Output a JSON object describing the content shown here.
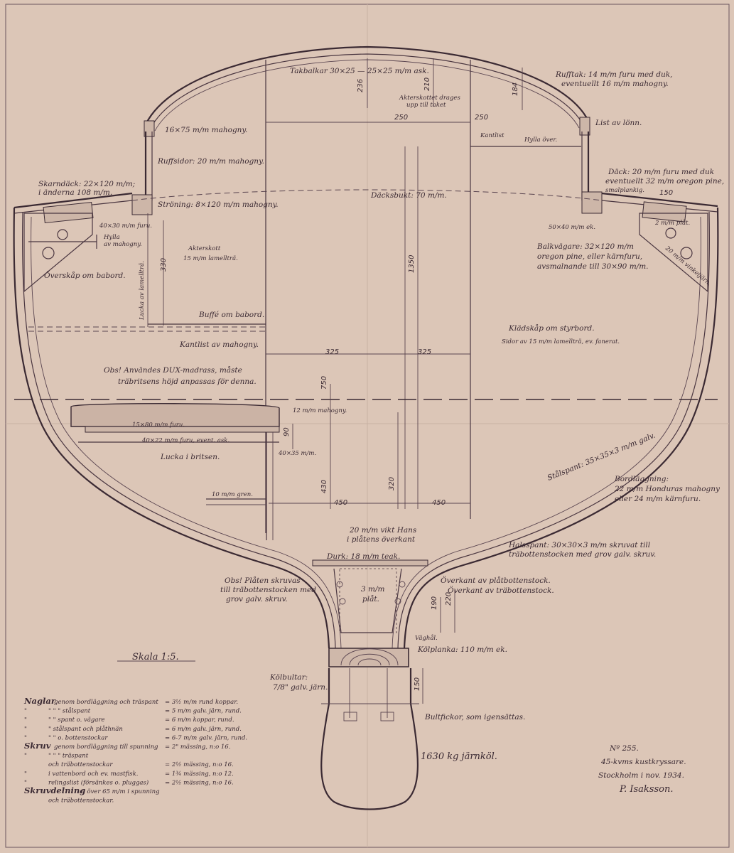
{
  "labels": {
    "takbalkar": "Takbalkar 30×25 — 25×25 m/m ask.",
    "ruff_tak": "Rufftak: 14 m/m furu med duk,",
    "ruff_tak2": "eventuellt 16 m/m mahogny.",
    "akterskottet": "Akterskottet drages",
    "akterskottet2": "upp till taket",
    "list_lonn": "List av lönn.",
    "mahogny_16x75": "16×75 m/m mahogny.",
    "kantlist": "Kantlist",
    "hylla_over": "Hylla över.",
    "ruffsidor": "Ruffsidor: 20 m/m mahogny.",
    "dack": "Däck: 20 m/m furu med duk",
    "dack2": "eventuellt 32 m/m oregon pine,",
    "dack3": "smalplankig.",
    "skarndack": "Skarndäck: 22×120 m/m;",
    "skarndack2": "i änderna 108 m/m.",
    "dacksbukt": "Däcksbukt: 70 m/m.",
    "stroning": "Ströning: 8×120 m/m mahogny.",
    "fyrkant_40x30": "40×30 m/m furu.",
    "fyrkant_50x40": "50×40 m/m ek.",
    "plat_2mm": "2 m/m plåt.",
    "hylla_mahogny": "Hylla",
    "hylla_mahogny2": "av mahogny.",
    "akterskott": "Akterskott",
    "akterskott2": "15 m/m lamellträ.",
    "balkvagare": "Balkvägare: 32×120 m/m",
    "balkvagare2": "oregon pine, eller kärnfuru,",
    "balkvagare3": "avsmalnande till 30×90 m/m.",
    "overskap": "Överskåp om babord.",
    "lucka_lamell": "Lucka av lamellträ.",
    "vinkeljarn": "20 m/m vinkeljärn.",
    "buffe": "Buffé om babord.",
    "kladskap": "Klädskåp om styrbord.",
    "kladskap2": "Sidor av 15 m/m lamellträ, ev. fanerat.",
    "kantlist_mahogny": "Kantlist av mahogny.",
    "obs_dux": "Obs! Användes DUX-madrass, måste",
    "obs_dux2": "träbritsens höjd anpassas för denna.",
    "mahogny_12": "12 m/m mahogny.",
    "furu_15x80": "15×80 m/m furu.",
    "furu_40x22": "40×22 m/m furu, event. ask.",
    "fyrkant_40x35": "40×35 m/m.",
    "lucka_britsen": "Lucka i britsen.",
    "stalspant": "Stålspant: 35×35×3 m/m galv.",
    "bordlaggning": "Bordläggning:",
    "bordlaggning2": "22 m/m Honduras mahogny",
    "bordlaggning3": "eller 24 m/m kärnfuru.",
    "gren_10": "10 m/m gren.",
    "vikt_hans": "20 m/m vikt Hans",
    "vikt_hans2": "i plåtens överkant",
    "halsspant": "Halsspant: 30×30×3 m/m skruvat till",
    "halsspant2": "träbottenstocken med grov galv. skruv.",
    "durk": "Durk: 18 m/m teak.",
    "obs_platen": "Obs! Plåten skruvas",
    "obs_platen2": "till träbottenstocken med",
    "obs_platen3": "grov galv. skruv.",
    "overkant_plat": "Överkant av plåtbottenstock.",
    "overkant_tra": "Överkant av träbottenstock.",
    "plat_3mm": "3 m/m",
    "plat_3mm2": "plåt.",
    "vaghal": "Väghål.",
    "kolplanka": "Kölplanka: 110 m/m ek.",
    "skala": "Skala 1:5.",
    "kolbultar": "Kölbultar:",
    "kolbultar2": "7/8\" galv. järn.",
    "bultfickor": "Bultfickor, som igensättas.",
    "jarnkol": "1630 kg järnköl.",
    "drawing_no": "Nº 255.",
    "boat_name": "45-kvms kustkryssare.",
    "place_date": "Stockholm i nov. 1934.",
    "signature": "P. Isaksson."
  },
  "dimensions": {
    "d236": "236",
    "d210": "210",
    "d184": "184",
    "d250a": "250",
    "d250b": "250",
    "d150": "150",
    "d330": "330",
    "d1350": "1350",
    "d325a": "325",
    "d325b": "325",
    "d750": "750",
    "d90": "90",
    "d430": "430",
    "d320": "320",
    "d450a": "450",
    "d450b": "450",
    "d190": "190",
    "d220": "220",
    "d150b": "150"
  },
  "spec_table": {
    "rows": [
      {
        "head": "Naglar",
        "text": "genom bordläggning och träspant",
        "spec": "= 3½ m/m rund koppar."
      },
      {
        "head": "\"",
        "text": "\"   \"   \"   stålspant",
        "spec": "= 5 m/m galv. järn, rund."
      },
      {
        "head": "\"",
        "text": "\"   \"   spant o. vägare",
        "spec": "= 6 m/m koppar, rund."
      },
      {
        "head": "\"",
        "text": "\"   stålspant och plåthnän",
        "spec": "= 6 m/m galv. järn, rund."
      },
      {
        "head": "\"",
        "text": "\"   \"   o. bottenstockar",
        "spec": "= 6-7 m/m galv. järn, rund."
      },
      {
        "head": "Skruv",
        "text": "genom bordläggning till spunning",
        "spec": "= 2\" mässing, n:o 16."
      },
      {
        "head": "\"",
        "text": "\"   \"   \"   träspant",
        "spec": ""
      },
      {
        "head": "",
        "text": "och träbottenstockar",
        "spec": "= 2½ mässing, n:o 16."
      },
      {
        "head": "\"",
        "text": "i vattenbord och ev. mastfisk.",
        "spec": "= 1¾ mässing, n:o 12."
      },
      {
        "head": "\"",
        "text": "relingslist (försänkes o. pluggas)",
        "spec": "= 2½ mässing, n:o 16."
      },
      {
        "head": "Skruvdelning",
        "text": "ej över 65 m/m i spunning",
        "spec": ""
      },
      {
        "head": "",
        "text": "och träbottenstockar.",
        "spec": ""
      }
    ]
  }
}
